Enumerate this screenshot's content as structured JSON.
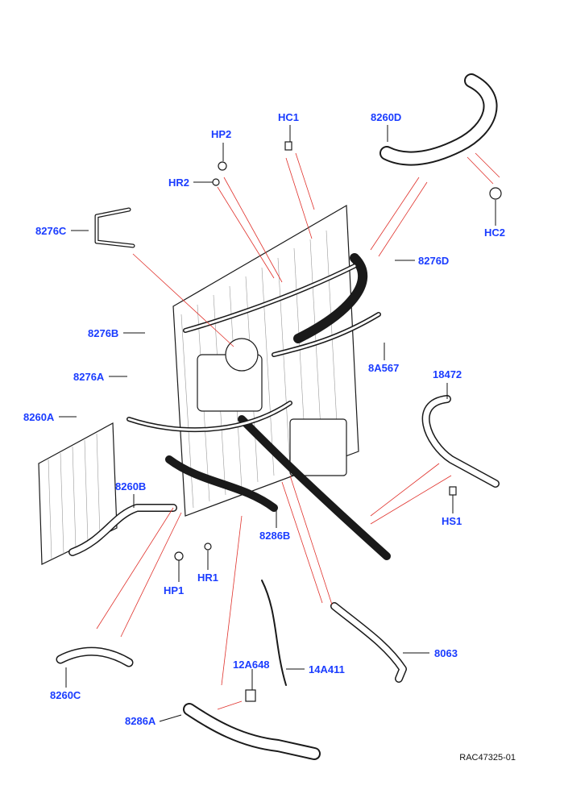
{
  "colors": {
    "label": "#1a3cff",
    "leader": "#111111",
    "red_guide": "#e0302a",
    "linework": "#1a1a1a"
  },
  "callouts": [
    {
      "id": "hp2",
      "text": "HP2"
    },
    {
      "id": "hc1",
      "text": "HC1"
    },
    {
      "id": "8260d",
      "text": "8260D"
    },
    {
      "id": "hr2",
      "text": "HR2"
    },
    {
      "id": "hc2",
      "text": "HC2"
    },
    {
      "id": "8276c",
      "text": "8276C"
    },
    {
      "id": "8276d",
      "text": "8276D"
    },
    {
      "id": "8276b",
      "text": "8276B"
    },
    {
      "id": "8a567",
      "text": "8A567"
    },
    {
      "id": "18472",
      "text": "18472"
    },
    {
      "id": "8276a",
      "text": "8276A"
    },
    {
      "id": "8260a",
      "text": "8260A"
    },
    {
      "id": "8260b",
      "text": "8260B"
    },
    {
      "id": "hs1",
      "text": "HS1"
    },
    {
      "id": "8286b",
      "text": "8286B"
    },
    {
      "id": "hp1",
      "text": "HP1"
    },
    {
      "id": "hr1",
      "text": "HR1"
    },
    {
      "id": "8063",
      "text": "8063"
    },
    {
      "id": "12a648",
      "text": "12A648"
    },
    {
      "id": "14a411",
      "text": "14A411"
    },
    {
      "id": "8260c",
      "text": "8260C"
    },
    {
      "id": "8286a",
      "text": "8286A"
    }
  ],
  "reference": "RAC47325-01",
  "icons": {
    "main_assembly": "engine-cooling-assembly-illustration"
  }
}
